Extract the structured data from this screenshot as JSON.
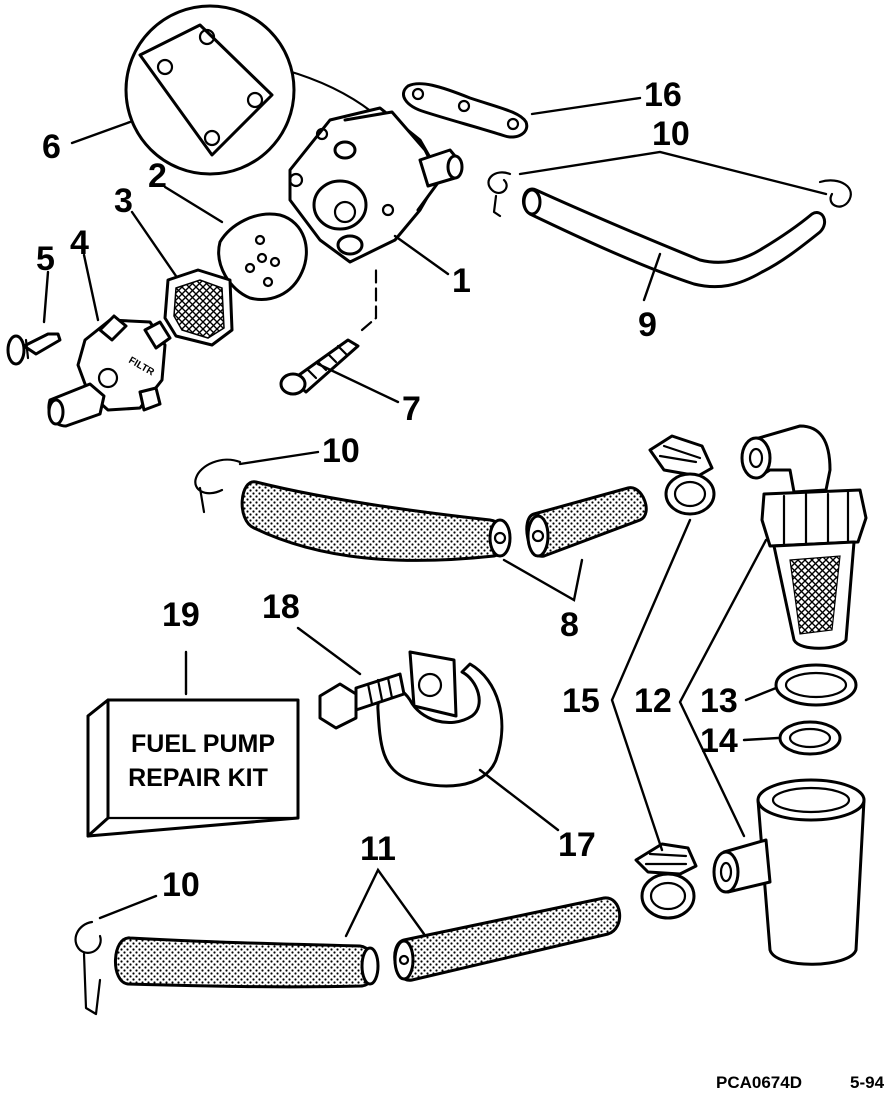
{
  "callouts": {
    "c1": "1",
    "c2": "2",
    "c3": "3",
    "c4": "4",
    "c5": "5",
    "c6": "6",
    "c7": "7",
    "c8": "8",
    "c9": "9",
    "c10a": "10",
    "c10b": "10",
    "c10c": "10",
    "c11": "11",
    "c12": "12",
    "c13": "13",
    "c14": "14",
    "c15": "15",
    "c16": "16",
    "c17": "17",
    "c18": "18",
    "c19": "19"
  },
  "kit_box": {
    "line1": "FUEL PUMP",
    "line2": "REPAIR KIT"
  },
  "pump_marking": "FILTR",
  "footer": {
    "code": "PCA0674D",
    "date": "5-94"
  }
}
